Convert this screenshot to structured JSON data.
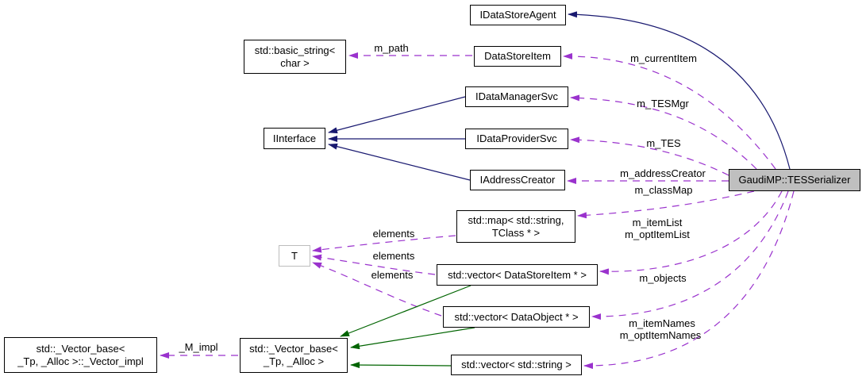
{
  "diagram": {
    "kind": "collaboration-graph",
    "main_class": "GaudiMP::TESSerializer",
    "colors": {
      "inheritance_edge": "#191970",
      "usage_edge": "#9a32cd",
      "template_inheritance_edge": "#006400",
      "node_border": "#000000",
      "node_fill": "#ffffff",
      "main_node_fill": "#bfbfbf",
      "template_node_border": "#bdbdbd"
    },
    "nodes": [
      {
        "id": "idatastoreagent",
        "label": "IDataStoreAgent",
        "kind": "class"
      },
      {
        "id": "basic-string",
        "label": "std::basic_string<\nchar >",
        "kind": "class"
      },
      {
        "id": "datastoreitem",
        "label": "DataStoreItem",
        "kind": "class"
      },
      {
        "id": "idatamanagersvc",
        "label": "IDataManagerSvc",
        "kind": "class"
      },
      {
        "id": "iinterface",
        "label": "IInterface",
        "kind": "class"
      },
      {
        "id": "idataprovidersvc",
        "label": "IDataProviderSvc",
        "kind": "class"
      },
      {
        "id": "iaddresscreator",
        "label": "IAddressCreator",
        "kind": "class"
      },
      {
        "id": "tesserializer",
        "label": "GaudiMP::TESSerializer",
        "kind": "current"
      },
      {
        "id": "std-map",
        "label": "std::map< std::string,\nTClass * >",
        "kind": "class"
      },
      {
        "id": "template-param-t",
        "label": "T",
        "kind": "template-parameter"
      },
      {
        "id": "vector-datastoreitem",
        "label": "std::vector< DataStoreItem * >",
        "kind": "class"
      },
      {
        "id": "vector-dataobject",
        "label": "std::vector< DataObject * >",
        "kind": "class"
      },
      {
        "id": "vector-base-impl",
        "label": "std::_Vector_base<\n_Tp, _Alloc >::_Vector_impl",
        "kind": "class"
      },
      {
        "id": "vector-base",
        "label": "std::_Vector_base<\n_Tp, _Alloc >",
        "kind": "class"
      },
      {
        "id": "vector-string",
        "label": "std::vector< std::string >",
        "kind": "class"
      }
    ],
    "edge_labels": [
      {
        "id": "m-path",
        "text": "m_path"
      },
      {
        "id": "m-current-item",
        "text": "m_currentItem"
      },
      {
        "id": "m-tes-mgr",
        "text": "m_TESMgr"
      },
      {
        "id": "m-tes",
        "text": "m_TES"
      },
      {
        "id": "m-address-creator",
        "text": "m_addressCreator"
      },
      {
        "id": "m-class-map",
        "text": "m_classMap"
      },
      {
        "id": "m-item-list",
        "text": "m_itemList"
      },
      {
        "id": "m-opt-item-list",
        "text": "m_optItemList"
      },
      {
        "id": "elements-1",
        "text": "elements"
      },
      {
        "id": "elements-2",
        "text": "elements"
      },
      {
        "id": "elements-3",
        "text": "elements"
      },
      {
        "id": "m-objects",
        "text": "m_objects"
      },
      {
        "id": "m-item-names",
        "text": "m_itemNames"
      },
      {
        "id": "m-opt-item-names",
        "text": "m_optItemNames"
      },
      {
        "id": "m-impl",
        "text": "_M_impl"
      }
    ]
  }
}
